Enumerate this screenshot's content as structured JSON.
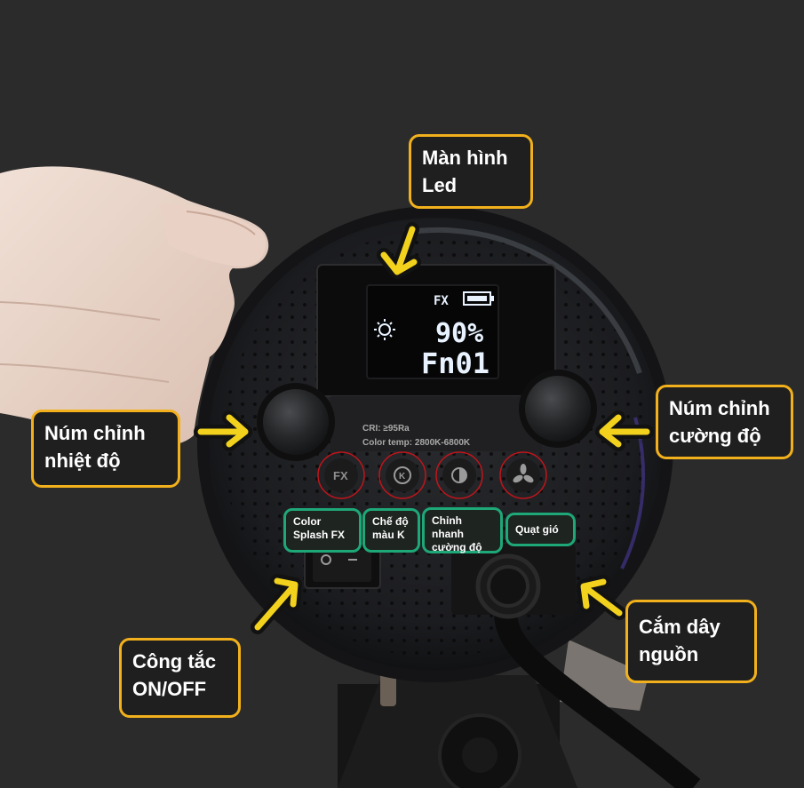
{
  "callouts": {
    "led_screen": {
      "line1": "Màn hình",
      "line2": "Led"
    },
    "temp_knob": {
      "line1": "Núm chỉnh",
      "line2": "nhiệt độ"
    },
    "intensity_knob": {
      "line1": "Núm chỉnh",
      "line2": "cường độ"
    },
    "power_switch": {
      "line1": "Công tắc",
      "line2": "ON/OFF"
    },
    "power_cable": {
      "line1": "Cắm dây",
      "line2": "nguồn"
    }
  },
  "button_labels": {
    "fx": {
      "line1": "Color",
      "line2": "Splash FX"
    },
    "k_mode": {
      "line1": "Chế độ",
      "line2": "màu K"
    },
    "quick_intensity": {
      "line1": "Chỉnh nhanh",
      "line2": "cường độ"
    },
    "fan": {
      "line1": "Quạt gió"
    }
  },
  "display": {
    "mode": "FX",
    "brightness": "90%",
    "effect_code": "Fn01"
  },
  "specs": {
    "cri": "CRI: ≥95Ra",
    "color_temp": "Color temp: 2800K-6800K"
  },
  "device_buttons": {
    "fx": "FX",
    "k": "K"
  },
  "colors": {
    "callout_border": "#f2b11c",
    "button_label_border": "#1ea878",
    "arrow": "#f2d21c",
    "background": "#2b2b2b"
  }
}
